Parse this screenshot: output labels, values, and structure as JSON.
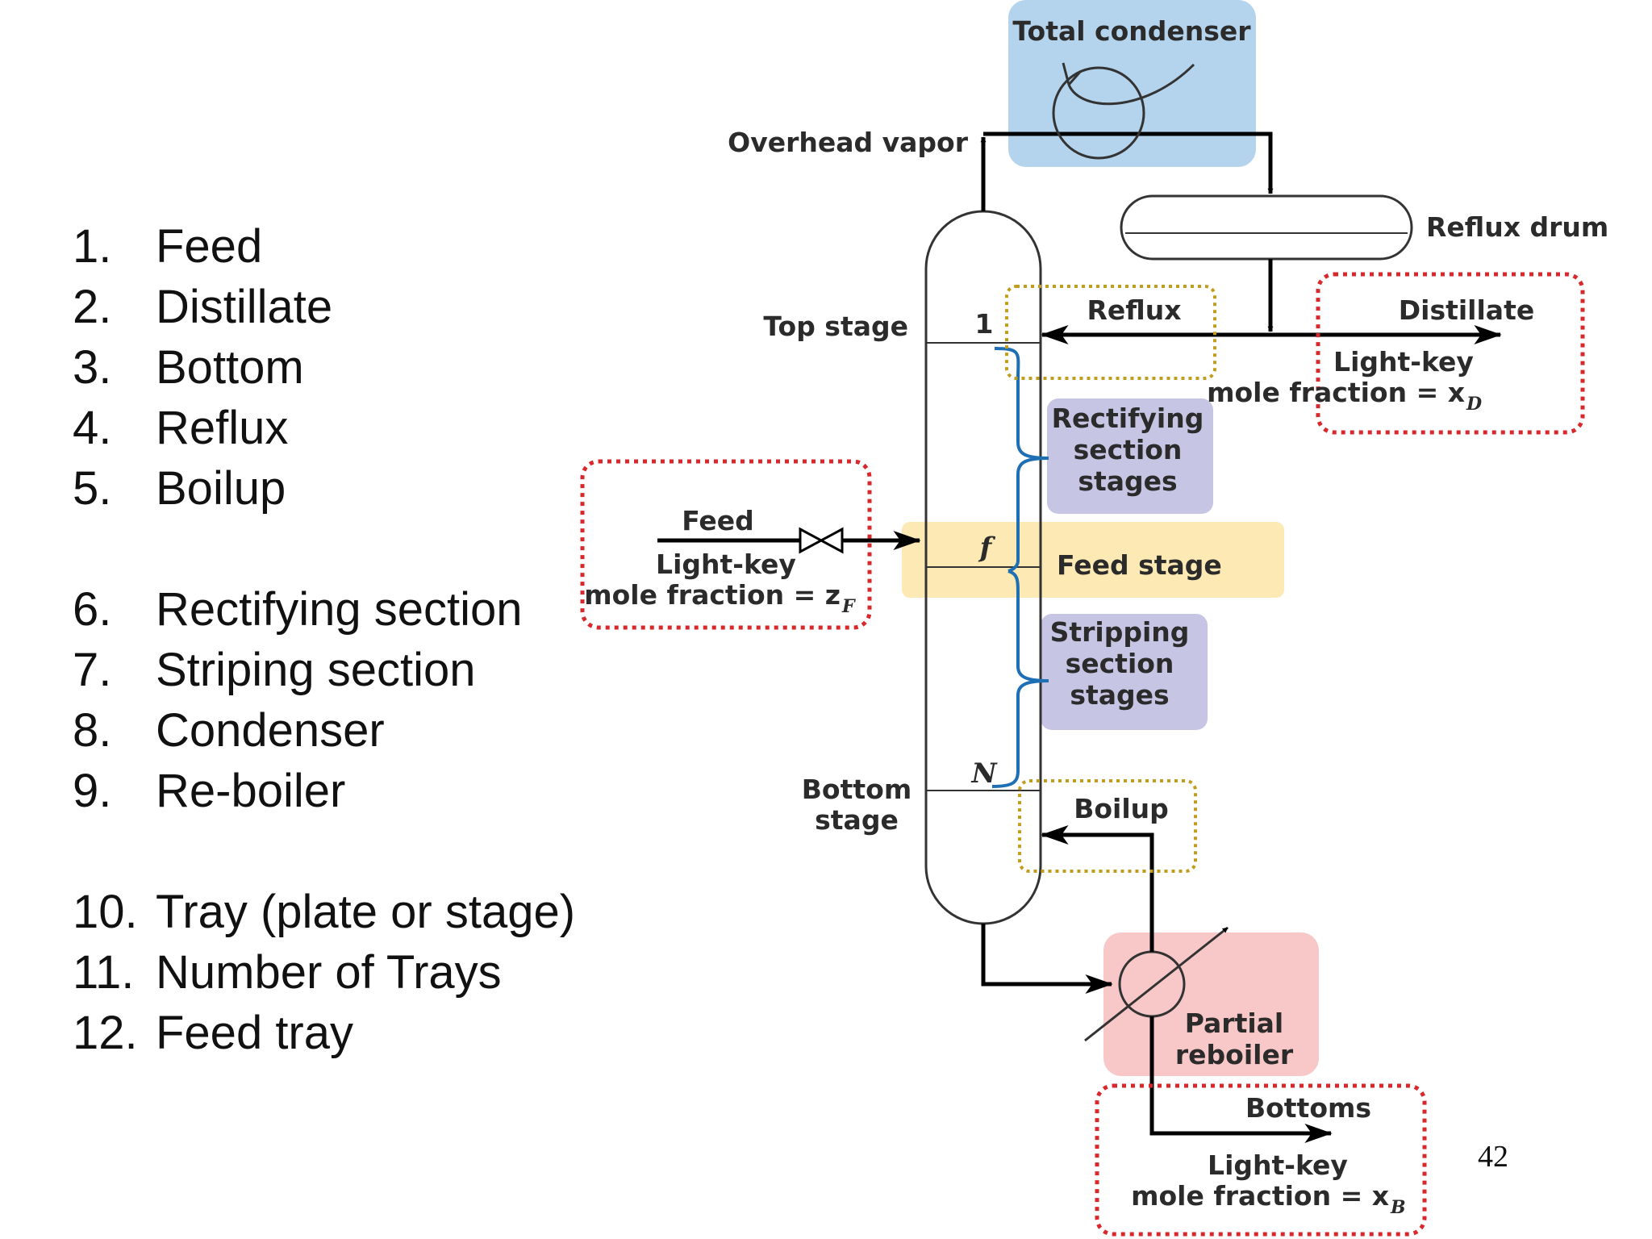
{
  "list": {
    "group1": [
      {
        "num": "1.",
        "text": "Feed"
      },
      {
        "num": "2.",
        "text": "Distillate"
      },
      {
        "num": "3.",
        "text": "Bottom"
      },
      {
        "num": "4.",
        "text": "Reflux"
      },
      {
        "num": "5.",
        "text": "Boilup"
      }
    ],
    "group2": [
      {
        "num": "6.",
        "text": "Rectifying section"
      },
      {
        "num": "7.",
        "text": "Striping section"
      },
      {
        "num": "8.",
        "text": "Condenser"
      },
      {
        "num": "9.",
        "text": "Re-boiler"
      }
    ],
    "group3": [
      {
        "num": "10.",
        "text": "Tray (plate or stage)"
      },
      {
        "num": "11.",
        "text": "Number of Trays"
      },
      {
        "num": "12.",
        "text": "Feed tray"
      }
    ]
  },
  "diagram": {
    "total_condenser": "Total condenser",
    "overhead_vapor": "Overhead vapor",
    "reflux_drum": "Reflux drum",
    "top_stage": "Top stage",
    "stage_1": "1",
    "reflux": "Reflux",
    "distillate": "Distillate",
    "distillate_lk_1": "Light-key",
    "distillate_lk_2": "mole fraction = x",
    "distillate_lk_sub": "D",
    "rectifying_1": "Rectifying",
    "rectifying_2": "section",
    "rectifying_3": "stages",
    "feed": "Feed",
    "feed_lk_1": "Light-key",
    "feed_lk_2": "mole fraction = z",
    "feed_lk_sub": "F",
    "stage_f": "f",
    "feed_stage": "Feed stage",
    "stripping_1": "Stripping",
    "stripping_2": "section",
    "stripping_3": "stages",
    "stage_n": "N",
    "bottom_stage_1": "Bottom",
    "bottom_stage_2": "stage",
    "boilup": "Boilup",
    "partial_1": "Partial",
    "partial_2": "reboiler",
    "bottoms": "Bottoms",
    "bottoms_lk_1": "Light-key",
    "bottoms_lk_2": "mole fraction = x",
    "bottoms_lk_sub": "B"
  },
  "colors": {
    "condenser_box": "#b4d3ec",
    "reboiler_box": "#f8c8c8",
    "section_box": "#c7c5e4",
    "feed_stage_band": "#fde9b3",
    "red_dotted": "#d9282b",
    "gold_dotted": "#c19d1f",
    "brace_blue": "#1f6fb4"
  },
  "page_number": "42"
}
